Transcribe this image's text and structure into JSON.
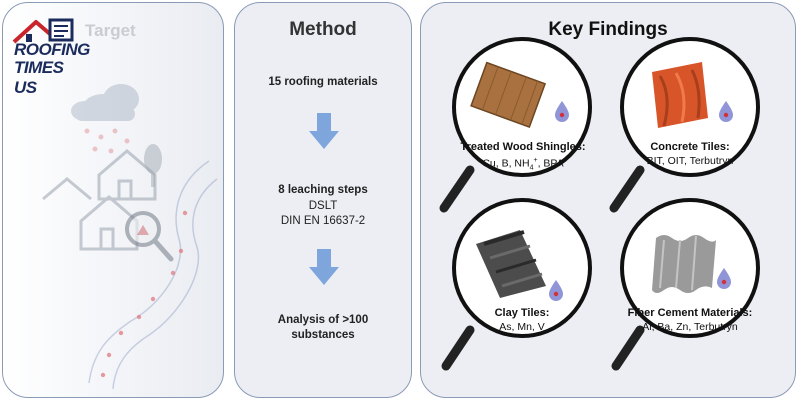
{
  "logo": {
    "line1": "ROOFING",
    "line2": "TIMES US"
  },
  "target": {
    "title": "Target"
  },
  "method": {
    "title": "Method",
    "step1": "15 roofing materials",
    "step2_bold": "8 leaching steps",
    "step2_line2": "DSLT",
    "step2_line3": "DIN EN 16637-2",
    "step3_line1": "Analysis of  >100",
    "step3_line2": "substances"
  },
  "findings": {
    "title": "Key Findings",
    "items": [
      {
        "title": "Treated Wood Shingles:",
        "subs_pre": "Cu, B, NH",
        "subs_sub": "4",
        "subs_sup": "+",
        "subs_post": ", BPA"
      },
      {
        "title": "Concrete Tiles:",
        "subs": "BIT, OIT, Terbutryn"
      },
      {
        "title": "Clay Tiles:",
        "subs": "As, Mn, V"
      },
      {
        "title": "Fiber Cement Materials:",
        "subs": "Al, Ba, Zn, Terbutryn"
      }
    ]
  },
  "colors": {
    "panel_border": "#8a9bb5",
    "arrow": "#7fa6dc",
    "drop": "#8f95d6",
    "drop_core": "#d2303a",
    "logo_red": "#c8242c",
    "logo_navy": "#1a2b5c"
  }
}
